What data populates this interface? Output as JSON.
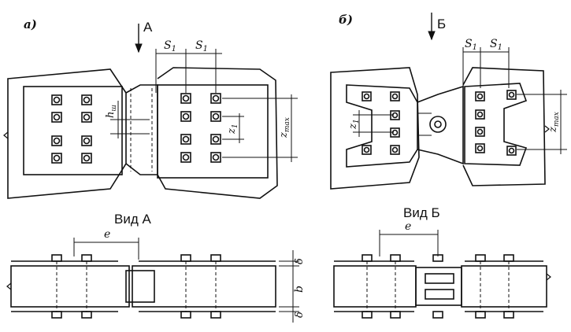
{
  "panels": {
    "a": {
      "tag": "а)",
      "arrow_label": "А",
      "view_title": "Вид А"
    },
    "b": {
      "tag": "б)",
      "arrow_label": "Б",
      "view_title": "Вид Б"
    }
  },
  "dims": {
    "s1": "S",
    "s1_sub": "1",
    "hsh": "h",
    "hsh_sub": "ш",
    "z1": "z",
    "z1_sub": "1",
    "zmax": "z",
    "zmax_sub": "max",
    "e": "e",
    "b": "b",
    "delta": "δ"
  }
}
